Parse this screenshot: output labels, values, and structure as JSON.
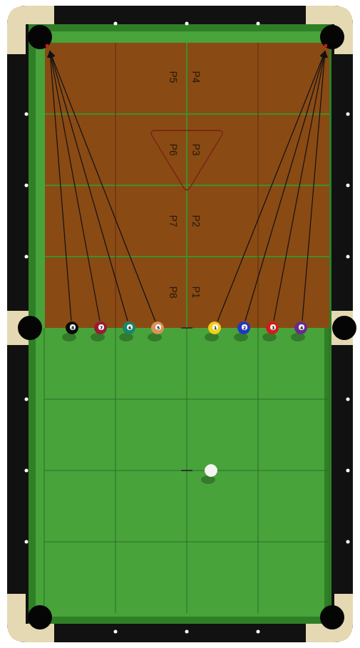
{
  "diagram": {
    "labels": [
      "P1",
      "P2",
      "P3",
      "P4",
      "P5",
      "P6",
      "P7",
      "P8",
      "8",
      "7",
      "6",
      "5",
      "1",
      "2",
      "3",
      "4"
    ]
  }
}
